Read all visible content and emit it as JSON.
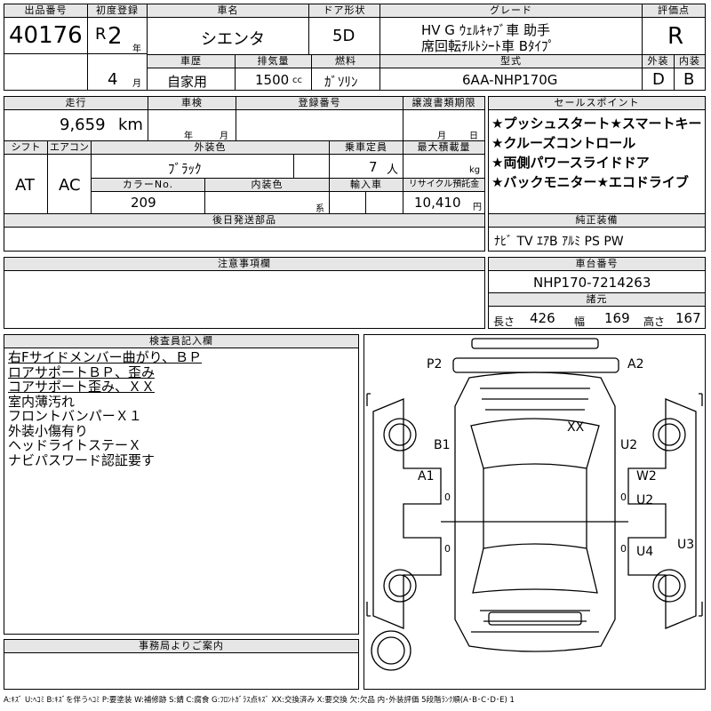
{
  "header": {
    "lot_no_label": "出品番号",
    "lot_no": "40176",
    "first_reg_label": "初度登録",
    "era": "R",
    "year_num": "2",
    "year_unit": "年",
    "month_num": "4",
    "month_unit": "月",
    "car_name_label": "車名",
    "car_name": "シエンタ",
    "door_label": "ドア形状",
    "door": "5D",
    "grade_label": "グレード",
    "grade_line1": "HV G ｳｪﾙｷｬﾌﾞ車 助手",
    "grade_line2": "席回転ﾁﾙﾄｼｰﾄ車 Bﾀｲﾌﾟ",
    "score_label": "評価点",
    "score": "R",
    "history_label": "車歴",
    "history": "自家用",
    "displacement_label": "排気量",
    "displacement": "1500",
    "displacement_unit": "cc",
    "fuel_label": "燃料",
    "fuel": "ｶﾞｿﾘﾝ",
    "model_label": "型式",
    "model": "6AA-NHP170G",
    "ext_grade_label": "外装",
    "ext_grade": "D",
    "int_grade_label": "内装",
    "int_grade": "B"
  },
  "row2": {
    "mileage_label": "走行",
    "mileage": "9,659",
    "mileage_unit": "km",
    "inspection_label": "車検",
    "inspection_year_unit": "年",
    "inspection_month_unit": "月",
    "reg_no_label": "登録番号",
    "transfer_label": "譲渡書類期限",
    "transfer_month_unit": "月",
    "transfer_day_unit": "日",
    "shift_label": "シフト",
    "shift": "AT",
    "ac_label": "エアコン",
    "ac": "AC",
    "ext_color_label": "外装色",
    "ext_color": "ﾌﾞﾗｯｸ",
    "capacity_label": "乗車定員",
    "capacity": "7",
    "capacity_unit": "人",
    "load_label": "最大積載量",
    "load_unit": "kg",
    "color_no_label": "カラーNo.",
    "color_no": "209",
    "int_color_label": "内装色",
    "int_color_unit": "系",
    "import_label": "輸入車",
    "recycle_label": "リサイクル預託金",
    "recycle": "10,410",
    "recycle_unit": "円",
    "later_parts_label": "後日発送部品"
  },
  "sales_points": {
    "label": "セールスポイント",
    "lines": [
      "★プッシュスタート★スマートキー",
      "★クルーズコントロール",
      "★両側パワースライドドア",
      "★バックモニター★エコドライブ"
    ]
  },
  "genuine_equip": {
    "label": "純正装備",
    "value": "ﾅﾋﾞ TV ｴｱB ｱﾙﾐ PS PW"
  },
  "notes": {
    "label": "注意事項欄"
  },
  "chassis": {
    "label": "車台番号",
    "value": "NHP170-7214263",
    "specs_label": "諸元",
    "length_label": "長さ",
    "length": "426",
    "width_label": "幅",
    "width": "169",
    "height_label": "高さ",
    "height": "167"
  },
  "inspector": {
    "label": "検査員記入欄",
    "lines": [
      {
        "text": "右Fサイドメンバー曲がり、ＢＰ",
        "underline": true
      },
      {
        "text": "ロアサポートＢＰ、歪み",
        "underline": true
      },
      {
        "text": "コアサポート歪み、ＸＸ",
        "underline": true
      },
      {
        "text": "室内薄汚れ",
        "underline": false
      },
      {
        "text": "フロントバンパーＸ１",
        "underline": false
      },
      {
        "text": "外装小傷有り",
        "underline": false
      },
      {
        "text": "ヘッドライトステーＸ",
        "underline": false
      },
      {
        "text": "ナビパスワード認証要す",
        "underline": false
      }
    ]
  },
  "diagram": {
    "marks": [
      "P2",
      "A2",
      "XX",
      "B1",
      "U2",
      "A1",
      "W2",
      "U2",
      "U4",
      "U3"
    ],
    "zero": "0"
  },
  "office": {
    "label": "事務局よりご案内"
  },
  "legend": "A:ｷｽﾞ U:ﾍｺﾐ B:ｷｽﾞを伴うﾍｺﾐ P:要塗装 W:補修跡 S:錆 C:腐食 G:ﾌﾛﾝﾄｶﾞﾗｽ点ｷｽﾞ XX:交換済み X:要交換 欠:欠品 内･外装評価 5段階ﾗﾝｸ順(A･B･C･D･E) 1"
}
